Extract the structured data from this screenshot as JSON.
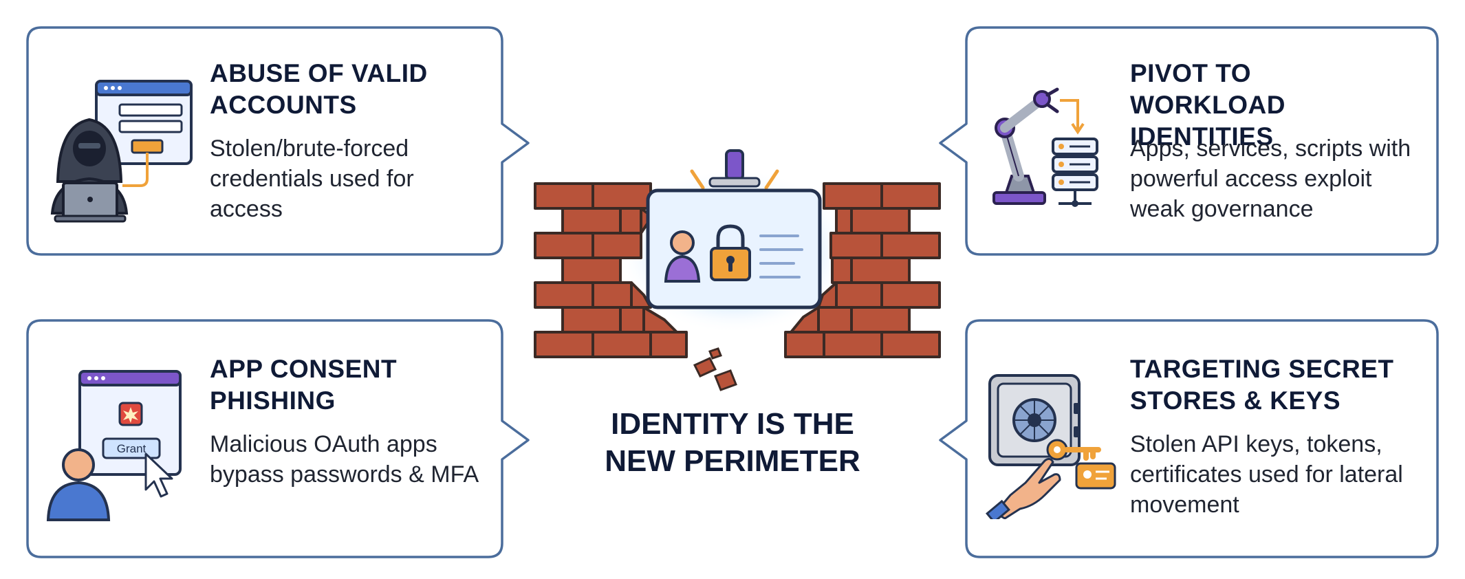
{
  "center": {
    "title": "IDENTITY IS THE NEW PERIMETER"
  },
  "cards": [
    {
      "id": "abuse-valid-accounts",
      "title": "ABUSE OF VALID ACCOUNTS",
      "description": "Stolen/brute-forced credentials used for access",
      "icon": "hacker-laptop-login-icon"
    },
    {
      "id": "pivot-workload",
      "title": "PIVOT TO WORKLOAD IDENTITIES",
      "description": "Apps, services, scripts with powerful access exploit weak governance",
      "icon": "robot-arm-server-icon"
    },
    {
      "id": "app-consent-phishing",
      "title": "APP CONSENT PHISHING",
      "description": "Malicious OAuth apps bypass passwords & MFA",
      "icon": "grant-consent-window-icon",
      "button_label": "Grant"
    },
    {
      "id": "secret-stores",
      "title": "TARGETING SECRET STORES & KEYS",
      "description": "Stolen API keys, tokens, certificates used for lateral movement",
      "icon": "vault-key-icon"
    }
  ],
  "colors": {
    "card_border": "#4b6d9c",
    "brick": "#b8533a",
    "brick_mortar": "#3b2a25",
    "accent_orange": "#f0a23a",
    "accent_purple": "#7c56c9",
    "badge_glow": "#cfe7ff",
    "title_text": "#0f1a36"
  }
}
